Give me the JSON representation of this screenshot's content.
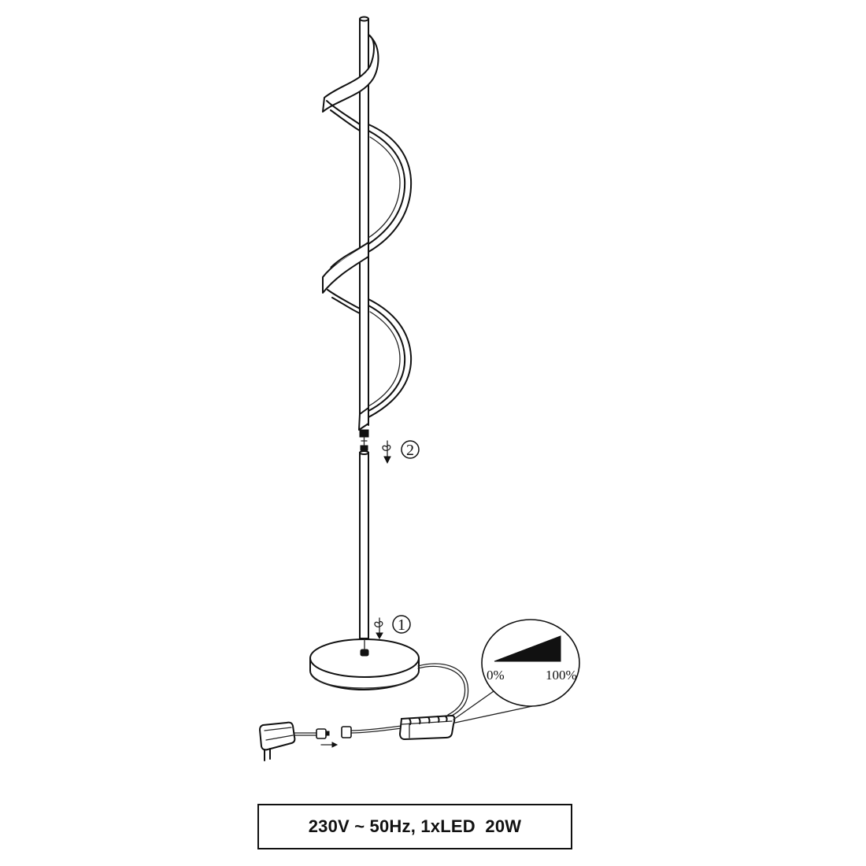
{
  "diagram": {
    "subject": "spiral LED floor lamp assembly",
    "steps": [
      {
        "number": "2",
        "glyph": "②",
        "label": "connect upper pole section (screw)"
      },
      {
        "number": "1",
        "glyph": "①",
        "label": "screw lower pole into base"
      }
    ],
    "dimmer_callout": {
      "min_label": "0%",
      "max_label": "100%"
    },
    "components": [
      "spiral-led-head",
      "upper-pole",
      "lower-pole",
      "round-base",
      "inline-dimmer-switch",
      "plug-connector",
      "power-adapter"
    ]
  },
  "spec": {
    "text": "230V ~ 50Hz, 1xLED  20W"
  },
  "colors": {
    "line": "#111111",
    "background": "#ffffff"
  }
}
